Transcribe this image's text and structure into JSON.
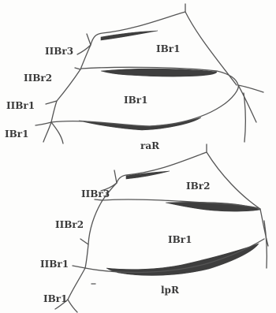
{
  "figure": {
    "colors": {
      "ink": "#555555",
      "band": "#3e3e3e",
      "label": "#3a3a3a",
      "paper": "#fdfdfc"
    },
    "panels": [
      {
        "region_label": "raR",
        "cell_labels": [
          "IBr1",
          "IBr1"
        ],
        "branch_labels": [
          "IIBr3",
          "IIBr2",
          "IIBr1",
          "IBr1"
        ]
      },
      {
        "region_label": "lpR",
        "cell_labels": [
          "IBr2",
          "IBr1"
        ],
        "branch_labels": [
          "IIBr3",
          "IIBr2",
          "IIBr1",
          "IBr1"
        ]
      }
    ]
  }
}
